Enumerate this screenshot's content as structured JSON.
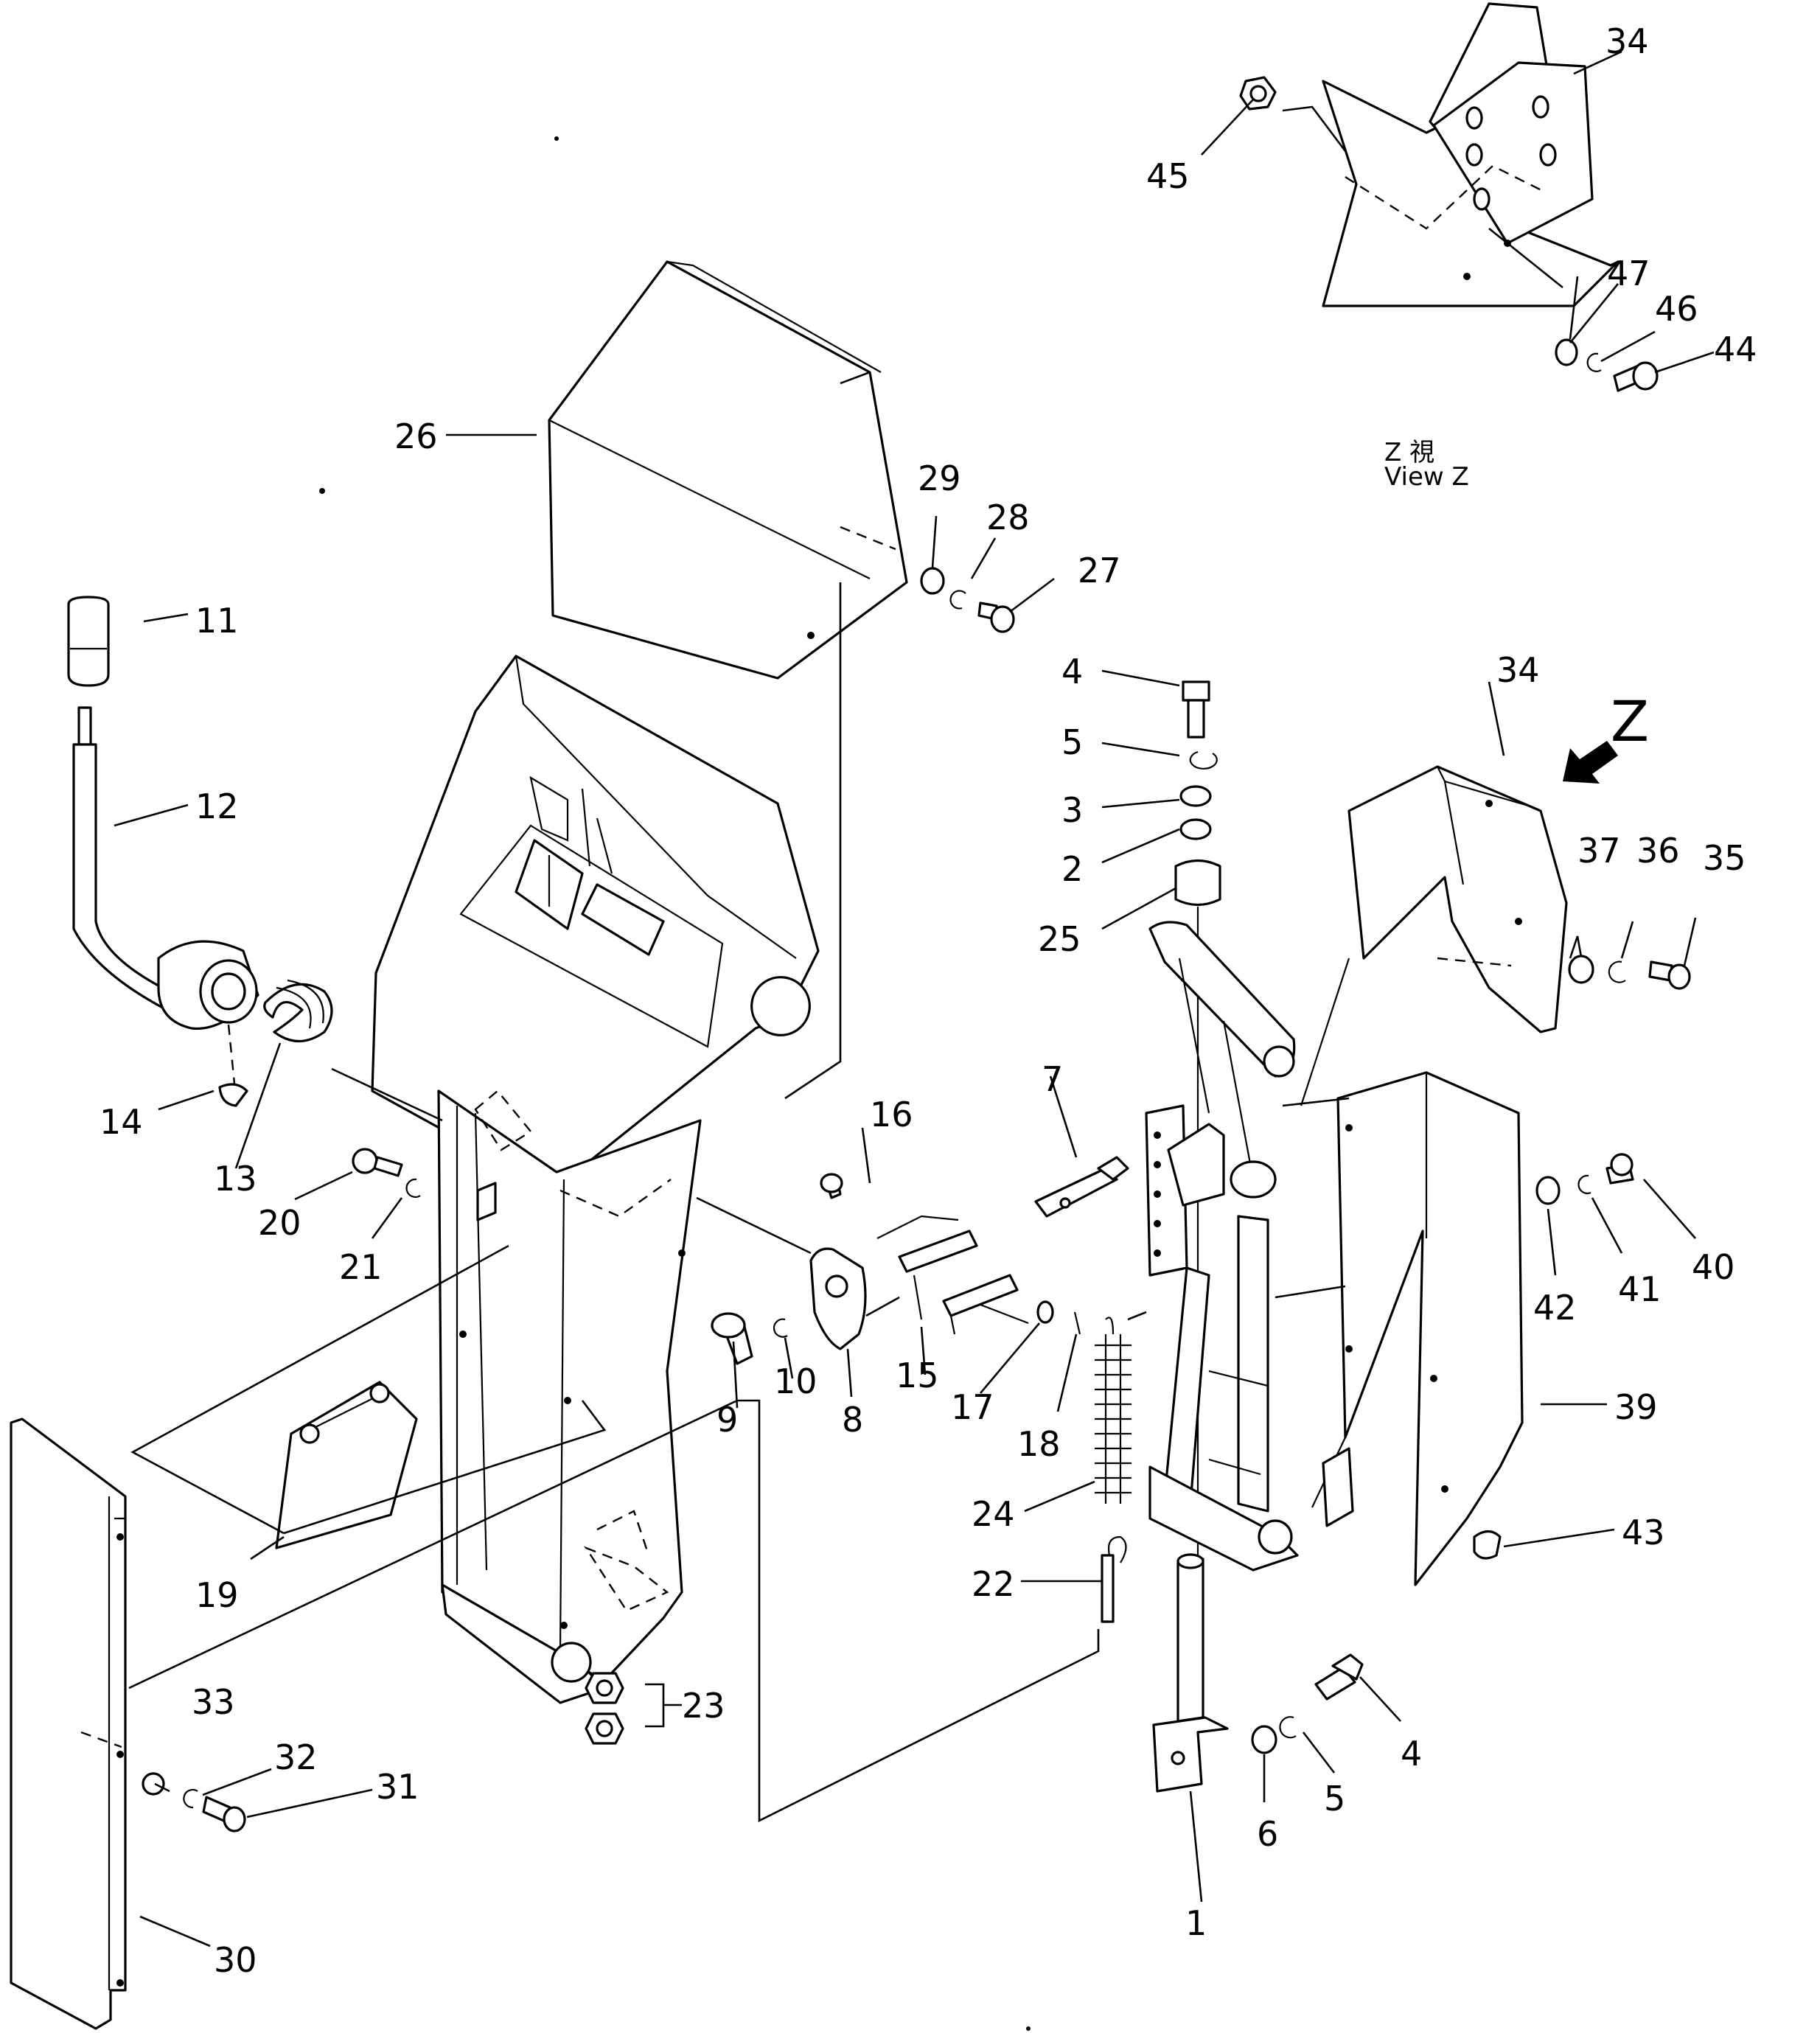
{
  "diagram": {
    "callouts": [
      "1",
      "2",
      "3",
      "4",
      "4",
      "5",
      "5",
      "6",
      "7",
      "8",
      "9",
      "10",
      "11",
      "12",
      "13",
      "14",
      "15",
      "16",
      "17",
      "18",
      "19",
      "20",
      "21",
      "22",
      "23",
      "24",
      "25",
      "26",
      "27",
      "28",
      "29",
      "30",
      "31",
      "32",
      "33",
      "34",
      "34",
      "35",
      "36",
      "37",
      "39",
      "40",
      "41",
      "42",
      "43",
      "44",
      "45",
      "46",
      "47"
    ],
    "view_marker": "Z",
    "view_caption": {
      "line1": "Z 視",
      "line2": "View Z"
    }
  }
}
